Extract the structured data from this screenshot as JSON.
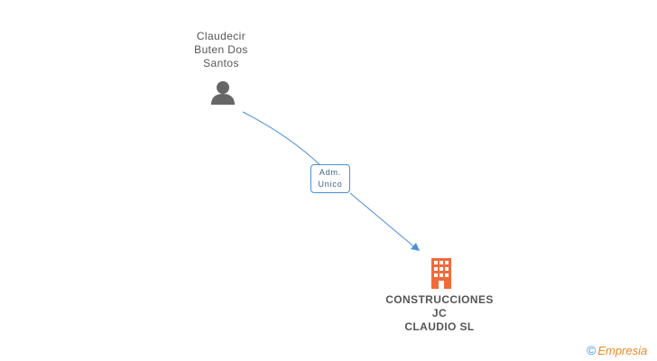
{
  "person": {
    "name_lines": [
      "Claudecir",
      "Buten Dos",
      "Santos"
    ],
    "icon": "person-icon"
  },
  "relation": {
    "role_lines": [
      "Adm.",
      "Unico"
    ],
    "line_color": "#4a8fd8"
  },
  "company": {
    "name_lines": [
      "CONSTRUCCIONES",
      "JC",
      "CLAUDIO  SL"
    ],
    "icon": "building-icon",
    "icon_color": "#f26a3a"
  },
  "brand": {
    "copyright_symbol": "©",
    "first_letter": "E",
    "rest": "mpresia"
  }
}
